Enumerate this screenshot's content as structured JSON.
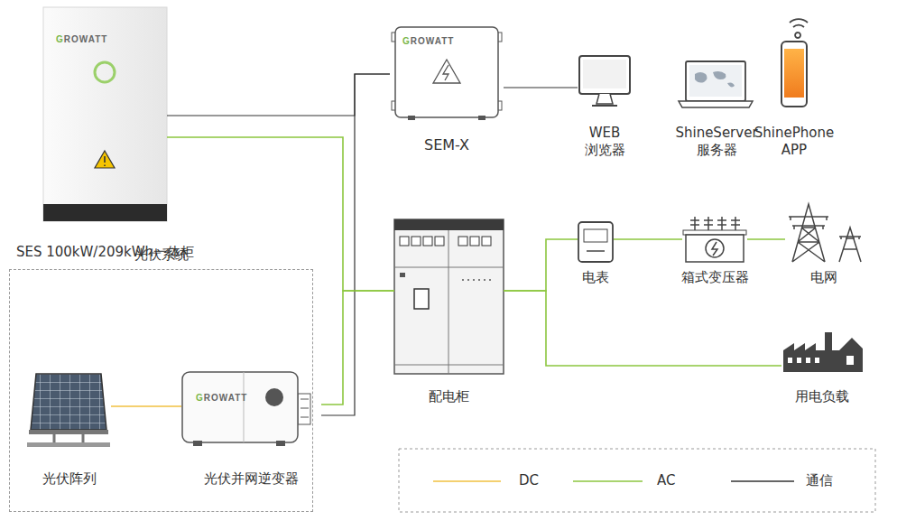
{
  "diagram": {
    "nodes": [
      {
        "text": [
          "GROWATT",
          "SES 100kW/209kWh一体柜"
        ]
      },
      {
        "text": [
          "GROWATT",
          "SEM-X"
        ]
      },
      {
        "text": [
          "WEB 浏览器"
        ]
      },
      {
        "text": [
          "ShineServer 服务器"
        ]
      },
      {
        "text": [
          "ShinePhone APP"
        ]
      },
      {
        "text": [
          "光伏系统"
        ]
      },
      {
        "text": [
          "光伏阵列"
        ],
        "in": 5
      },
      {
        "text": [
          "GROWATT",
          "光伏并网逆变器"
        ],
        "in": 5
      },
      {
        "text": [
          "配电柜"
        ]
      },
      {
        "text": [
          "电表"
        ]
      },
      {
        "text": [
          "箱式变压器"
        ]
      },
      {
        "text": [
          "电网"
        ]
      },
      {
        "text": [
          "用电负载"
        ]
      }
    ],
    "edges": [
      {
        "from": 0,
        "to": 1,
        "arrow": "none"
      },
      {
        "from": 0,
        "to": 8,
        "arrow": "none"
      },
      {
        "from": 1,
        "to": 2,
        "arrow": "none"
      },
      {
        "from": 7,
        "to": 1,
        "arrow": "none"
      },
      {
        "from": 7,
        "to": 8,
        "arrow": "none"
      },
      {
        "from": 6,
        "to": 7,
        "arrow": "none"
      },
      {
        "from": 8,
        "to": 9,
        "arrow": "none"
      },
      {
        "from": 9,
        "to": 10,
        "arrow": "none"
      },
      {
        "from": 10,
        "to": 11,
        "arrow": "none"
      },
      {
        "from": 8,
        "to": 12,
        "arrow": "none"
      }
    ],
    "legend": [
      {
        "text": "DC"
      },
      {
        "text": "AC"
      },
      {
        "text": "通信"
      }
    ]
  }
}
